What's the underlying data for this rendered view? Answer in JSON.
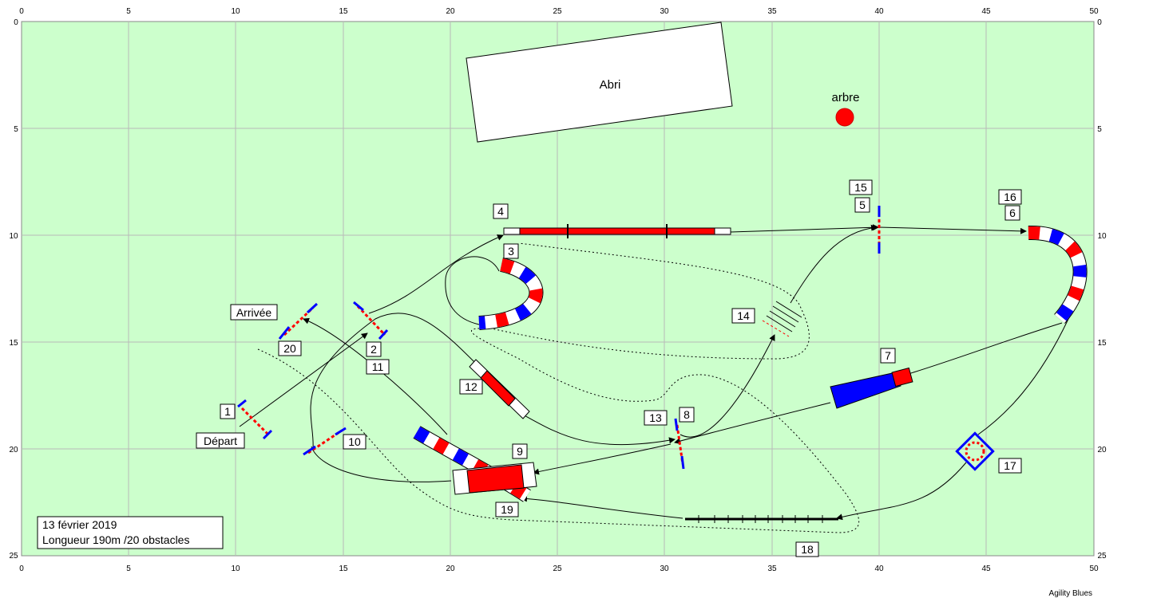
{
  "axes": {
    "x_ticks": [
      "0",
      "5",
      "10",
      "15",
      "20",
      "25",
      "30",
      "35",
      "40",
      "45",
      "50"
    ],
    "y_ticks": [
      "0",
      "5",
      "10",
      "15",
      "20",
      "25"
    ]
  },
  "colors": {
    "field": "#ccffcc",
    "grid": "#b9b9b9",
    "red": "#ff0000",
    "blue": "#0000ff",
    "white": "#ffffff",
    "label_bg": "#ffffff"
  },
  "landmarks": {
    "shelter_label": "Abri",
    "tree_label": "arbre"
  },
  "obstacles": {
    "o1": "1",
    "o2": "2",
    "o3": "3",
    "o4": "4",
    "o5": "5",
    "o6": "6",
    "o7": "7",
    "o8": "8",
    "o9": "9",
    "o10": "10",
    "o11": "11",
    "o12": "12",
    "o13": "13",
    "o14": "14",
    "o15": "15",
    "o16": "16",
    "o17": "17",
    "o18": "18",
    "o19": "19",
    "o20": "20"
  },
  "markers": {
    "start": "Départ",
    "finish": "Arrivée"
  },
  "info": {
    "date": "13 février 2019",
    "length": "Longueur 190m /20 obstacles"
  },
  "credit": "Agility Blues"
}
